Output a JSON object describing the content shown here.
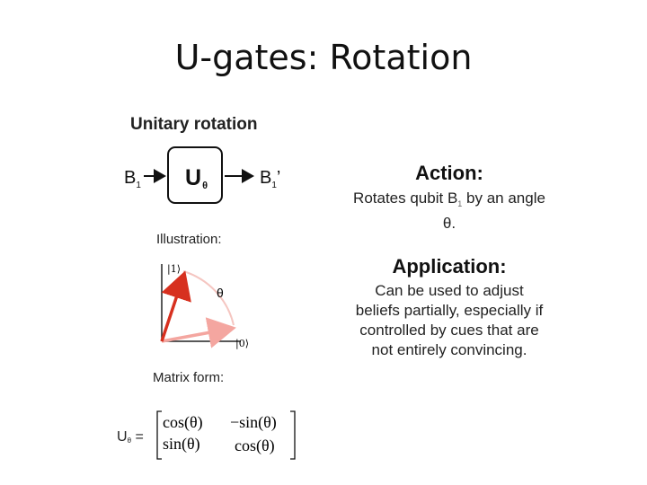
{
  "slide": {
    "title": "U-gates: Rotation"
  },
  "diagram": {
    "heading": "Unitary rotation",
    "gate_label": "U",
    "gate_subscript": "θ",
    "input_label": "B",
    "input_subscript": "1",
    "output_label": "B",
    "output_subscript": "1",
    "output_prime": "’"
  },
  "illustration": {
    "heading": "Illustration:",
    "ket_one": "|1⟩",
    "ket_zero": "|0⟩",
    "angle_label": "θ",
    "colors": {
      "initial_vector": "#d7301f",
      "rotated_vector": "#f4a6a0",
      "arc": "#f5c6c1",
      "axes": "#222222"
    }
  },
  "matrix": {
    "heading": "Matrix form:",
    "lhs_symbol": "U",
    "lhs_subscript": "θ",
    "lhs_equals": "=",
    "r1c1": "cos(θ)",
    "r1c2": "−sin(θ)",
    "r2c1": "sin(θ)",
    "r2c2": "cos(θ)"
  },
  "action": {
    "title": "Action:",
    "text_before": "Rotates qubit B",
    "text_subscript": "1",
    "text_after": " by an angle θ."
  },
  "application": {
    "title": "Application:",
    "text": "Can be used to adjust beliefs partially, especially if controlled by cues that are not entirely convincing."
  }
}
